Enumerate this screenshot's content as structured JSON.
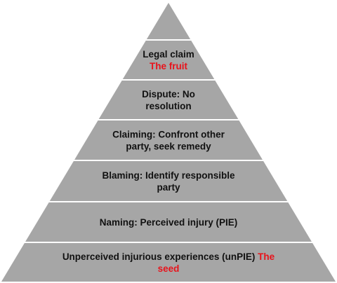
{
  "colors": {
    "tier_fill": "#a6a6a6",
    "tier_stroke": "#ffffff",
    "text": "#111111",
    "accent": "#e8131b"
  },
  "tiers": [
    {
      "id": "apex",
      "lines": []
    },
    {
      "id": "legal-claim",
      "lines": [
        {
          "text": "Legal claim",
          "accent": ""
        },
        {
          "text": "",
          "accent": "The fruit"
        }
      ]
    },
    {
      "id": "dispute",
      "lines": [
        {
          "text": "Dispute: No",
          "accent": ""
        },
        {
          "text": "resolution",
          "accent": ""
        }
      ]
    },
    {
      "id": "claiming",
      "lines": [
        {
          "text": "Claiming: Confront other",
          "accent": ""
        },
        {
          "text": "party, seek remedy",
          "accent": ""
        }
      ]
    },
    {
      "id": "blaming",
      "lines": [
        {
          "text": "Blaming: Identify responsible",
          "accent": ""
        },
        {
          "text": "party",
          "accent": ""
        }
      ]
    },
    {
      "id": "naming",
      "lines": [
        {
          "text": "Naming: Perceived injury (PIE)",
          "accent": ""
        }
      ]
    },
    {
      "id": "unperceived",
      "lines": [
        {
          "text": "Unperceived injurious experiences (unPIE) ",
          "accent": "The"
        },
        {
          "text": "",
          "accent": "seed"
        }
      ]
    }
  ]
}
